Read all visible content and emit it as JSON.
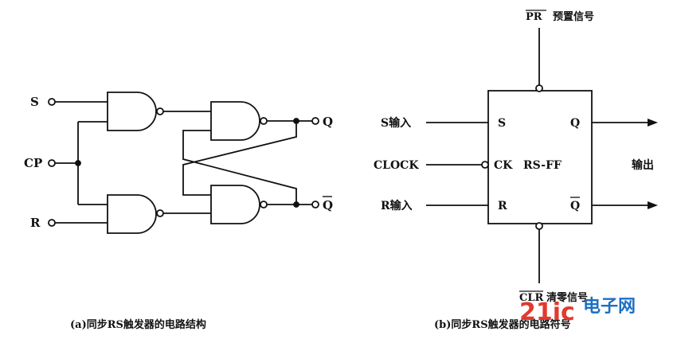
{
  "left": {
    "inputs": {
      "s": "S",
      "cp": "CP",
      "r": "R"
    },
    "outputs": {
      "q": "Q",
      "qbar": "Q"
    },
    "caption": "(a)同步RS触发器的电路结构"
  },
  "right": {
    "top_signal": {
      "name": "PR",
      "desc": "预置信号"
    },
    "bottom_signal": {
      "name": "CLR",
      "desc": "清零信号"
    },
    "ext_inputs": {
      "s": "S输入",
      "clock": "CLOCK",
      "r": "R输入"
    },
    "pins": {
      "s": "S",
      "ck": "CK",
      "r": "R",
      "q": "Q",
      "qbar": "Q"
    },
    "block": "RS-FF",
    "output_label": "输出",
    "caption": "(b)同步RS触发器的电路符号"
  },
  "watermark": {
    "red": "21ic",
    "blue": "电子网"
  }
}
